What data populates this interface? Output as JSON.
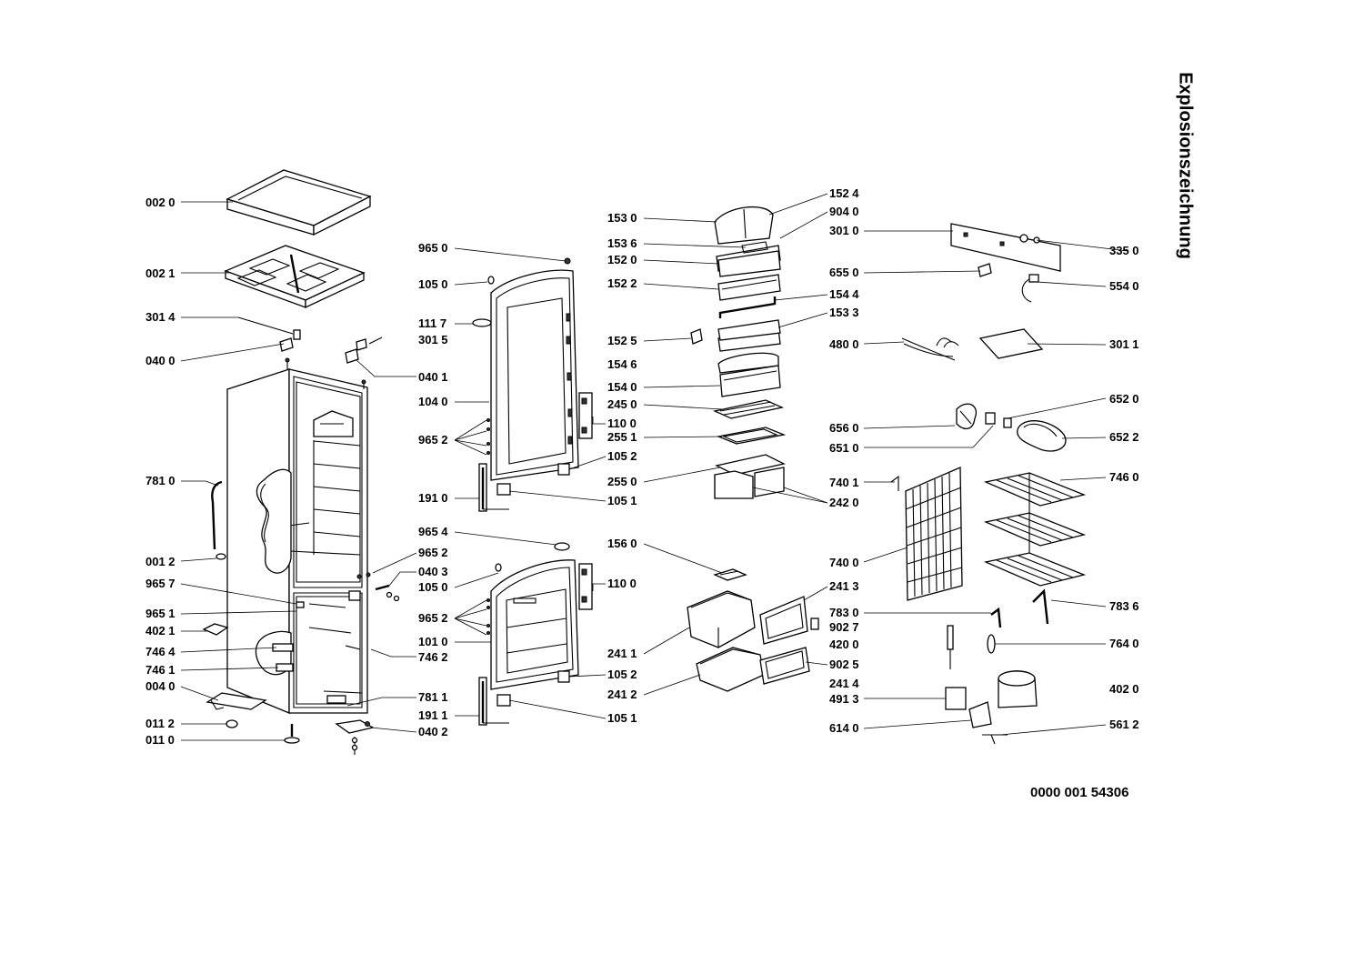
{
  "title": "Explosionszeichnung",
  "document_number": "0000 001 54306",
  "colors": {
    "ink": "#000000",
    "paper": "#ffffff"
  },
  "parts": [
    {
      "id": "0020",
      "label": "002 0"
    },
    {
      "id": "0021",
      "label": "002 1"
    },
    {
      "id": "3014",
      "label": "301 4"
    },
    {
      "id": "0400",
      "label": "040 0"
    },
    {
      "id": "0401",
      "label": "040 1"
    },
    {
      "id": "7810",
      "label": "781 0"
    },
    {
      "id": "0012",
      "label": "001 2"
    },
    {
      "id": "9657",
      "label": "965 7"
    },
    {
      "id": "9651",
      "label": "965 1"
    },
    {
      "id": "4021",
      "label": "402 1"
    },
    {
      "id": "7464",
      "label": "746 4"
    },
    {
      "id": "7461",
      "label": "746 1"
    },
    {
      "id": "0040",
      "label": "004 0"
    },
    {
      "id": "0112",
      "label": "011 2"
    },
    {
      "id": "0110",
      "label": "011 0"
    },
    {
      "id": "9650",
      "label": "965 0"
    },
    {
      "id": "1050a",
      "label": "105 0"
    },
    {
      "id": "1117",
      "label": "111 7"
    },
    {
      "id": "3015",
      "label": "301 5"
    },
    {
      "id": "1040",
      "label": "104 0"
    },
    {
      "id": "9652a",
      "label": "965 2"
    },
    {
      "id": "1100a",
      "label": "110 0"
    },
    {
      "id": "1052a",
      "label": "105 2"
    },
    {
      "id": "1910",
      "label": "191 0"
    },
    {
      "id": "1051a",
      "label": "105 1"
    },
    {
      "id": "9654",
      "label": "965 4"
    },
    {
      "id": "9652b",
      "label": "965 2"
    },
    {
      "id": "0403",
      "label": "040 3"
    },
    {
      "id": "1050b",
      "label": "105 0"
    },
    {
      "id": "1100b",
      "label": "110 0"
    },
    {
      "id": "9652c",
      "label": "965 2"
    },
    {
      "id": "1010",
      "label": "101 0"
    },
    {
      "id": "7462",
      "label": "746 2"
    },
    {
      "id": "1052b",
      "label": "105 2"
    },
    {
      "id": "7811",
      "label": "781 1"
    },
    {
      "id": "1911",
      "label": "191 1"
    },
    {
      "id": "0402",
      "label": "040 2"
    },
    {
      "id": "1051b",
      "label": "105 1"
    },
    {
      "id": "1530",
      "label": "153 0"
    },
    {
      "id": "1524",
      "label": "152 4"
    },
    {
      "id": "9040",
      "label": "904 0"
    },
    {
      "id": "1536",
      "label": "153 6"
    },
    {
      "id": "1520",
      "label": "152 0"
    },
    {
      "id": "1522",
      "label": "152 2"
    },
    {
      "id": "1544",
      "label": "154 4"
    },
    {
      "id": "1533",
      "label": "153 3"
    },
    {
      "id": "1525",
      "label": "152 5"
    },
    {
      "id": "1546",
      "label": "154 6"
    },
    {
      "id": "1540",
      "label": "154 0"
    },
    {
      "id": "2450",
      "label": "245 0"
    },
    {
      "id": "2551",
      "label": "255 1"
    },
    {
      "id": "2550",
      "label": "255 0"
    },
    {
      "id": "2420",
      "label": "242 0"
    },
    {
      "id": "1560",
      "label": "156 0"
    },
    {
      "id": "2413",
      "label": "241 3"
    },
    {
      "id": "7830",
      "label": "783 0"
    },
    {
      "id": "9027",
      "label": "902 7"
    },
    {
      "id": "4200",
      "label": "420 0"
    },
    {
      "id": "2411",
      "label": "241 1"
    },
    {
      "id": "9025",
      "label": "902 5"
    },
    {
      "id": "2414",
      "label": "241 4"
    },
    {
      "id": "2412",
      "label": "241 2"
    },
    {
      "id": "3010",
      "label": "301 0"
    },
    {
      "id": "3350",
      "label": "335 0"
    },
    {
      "id": "6550",
      "label": "655 0"
    },
    {
      "id": "5540",
      "label": "554 0"
    },
    {
      "id": "4800",
      "label": "480 0"
    },
    {
      "id": "3011",
      "label": "301 1"
    },
    {
      "id": "6520",
      "label": "652 0"
    },
    {
      "id": "6560",
      "label": "656 0"
    },
    {
      "id": "6522",
      "label": "652 2"
    },
    {
      "id": "6510",
      "label": "651 0"
    },
    {
      "id": "7401",
      "label": "740 1"
    },
    {
      "id": "7460",
      "label": "746 0"
    },
    {
      "id": "7400",
      "label": "740 0"
    },
    {
      "id": "7836",
      "label": "783 6"
    },
    {
      "id": "7640",
      "label": "764 0"
    },
    {
      "id": "4913",
      "label": "491 3"
    },
    {
      "id": "4020",
      "label": "402 0"
    },
    {
      "id": "6140",
      "label": "614 0"
    },
    {
      "id": "5612",
      "label": "561 2"
    }
  ]
}
